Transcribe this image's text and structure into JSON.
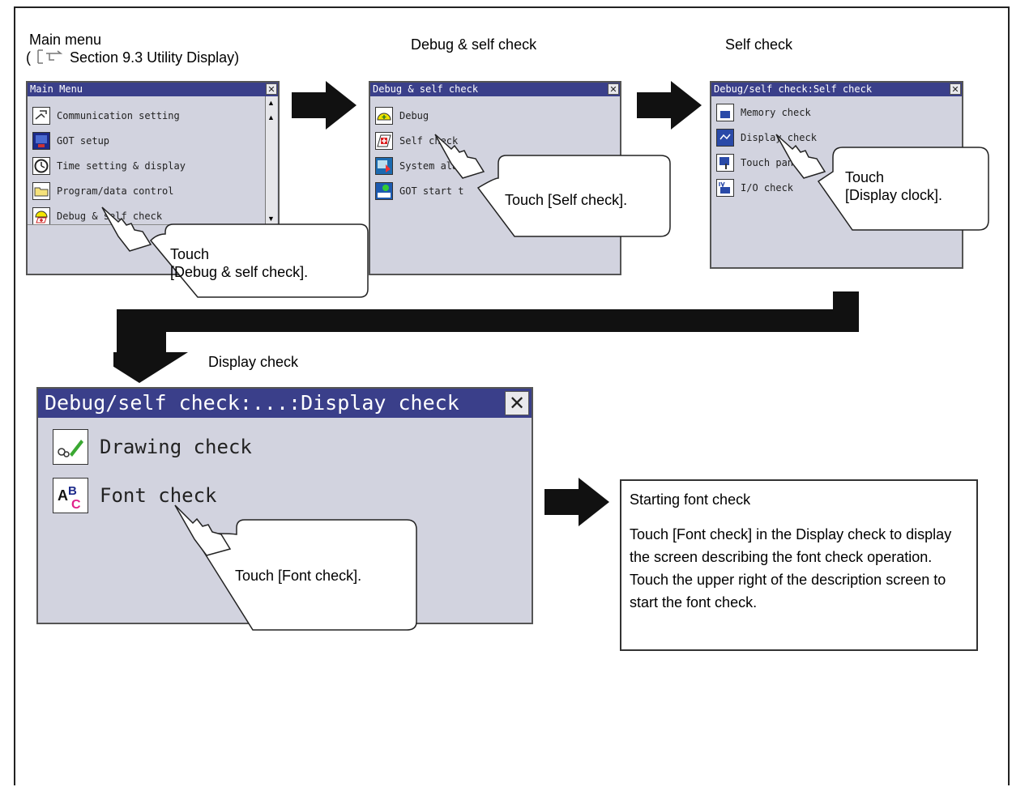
{
  "labels": {
    "main_menu": "Main menu",
    "section_ref": "Section 9.3 Utility Display)",
    "section_paren": "(",
    "debug_self_check": "Debug & self check",
    "self_check": "Self check",
    "display_check": "Display check"
  },
  "screens": {
    "main_menu": {
      "title": "Main Menu",
      "items": [
        "Communication setting",
        "GOT setup",
        "Time setting & display",
        "Program/data control",
        "Debug & self check"
      ]
    },
    "debug": {
      "title": "Debug & self check",
      "items": [
        "Debug",
        "Self check",
        "System alarm display",
        "GOT start time"
      ]
    },
    "self_check": {
      "title": "Debug/self check:Self check",
      "items": [
        "Memory check",
        "Display check",
        "Touch panel check",
        "I/O check"
      ]
    },
    "display_check": {
      "title": "Debug/self check:...:Display check",
      "items": [
        "Drawing check",
        "Font check"
      ]
    }
  },
  "callouts": {
    "c1_line1": "Touch",
    "c1_line2": "[Debug & self check].",
    "c2": "Touch [Self check].",
    "c3_line1": "Touch",
    "c3_line2": "[Display clock].",
    "c4": "Touch [Font check]."
  },
  "info": {
    "title": "Starting font check",
    "body": "Touch [Font check] in the Display check to display the screen describing the font check operation. Touch the upper right of the description screen to start the font check."
  },
  "colors": {
    "screen_bg": "#d2d3df",
    "titlebar": "#3a3f8a",
    "arrow": "#111111"
  }
}
